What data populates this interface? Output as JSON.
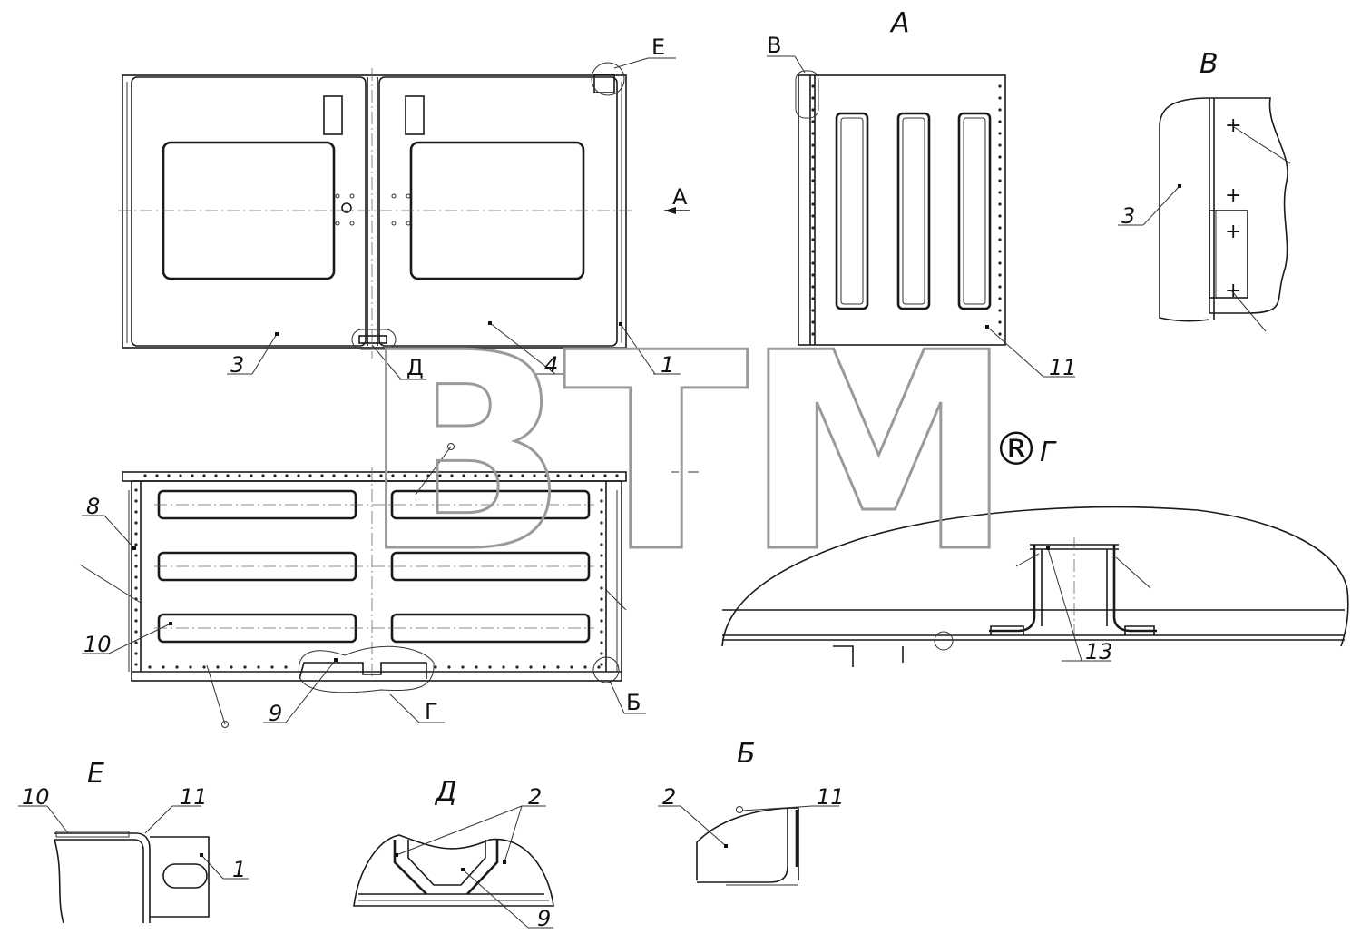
{
  "watermark": {
    "text": "BTM",
    "registered": "®",
    "color": "#9a9a9a"
  },
  "views": {
    "A": "А",
    "V": "В",
    "E": "Е",
    "D": "Д",
    "B": "Б",
    "G": "Г"
  },
  "labels": {
    "n1": "1",
    "n2": "2",
    "n3": "3",
    "n4": "4",
    "n8": "8",
    "n9": "9",
    "n10": "10",
    "n11": "11",
    "n13": "13"
  }
}
